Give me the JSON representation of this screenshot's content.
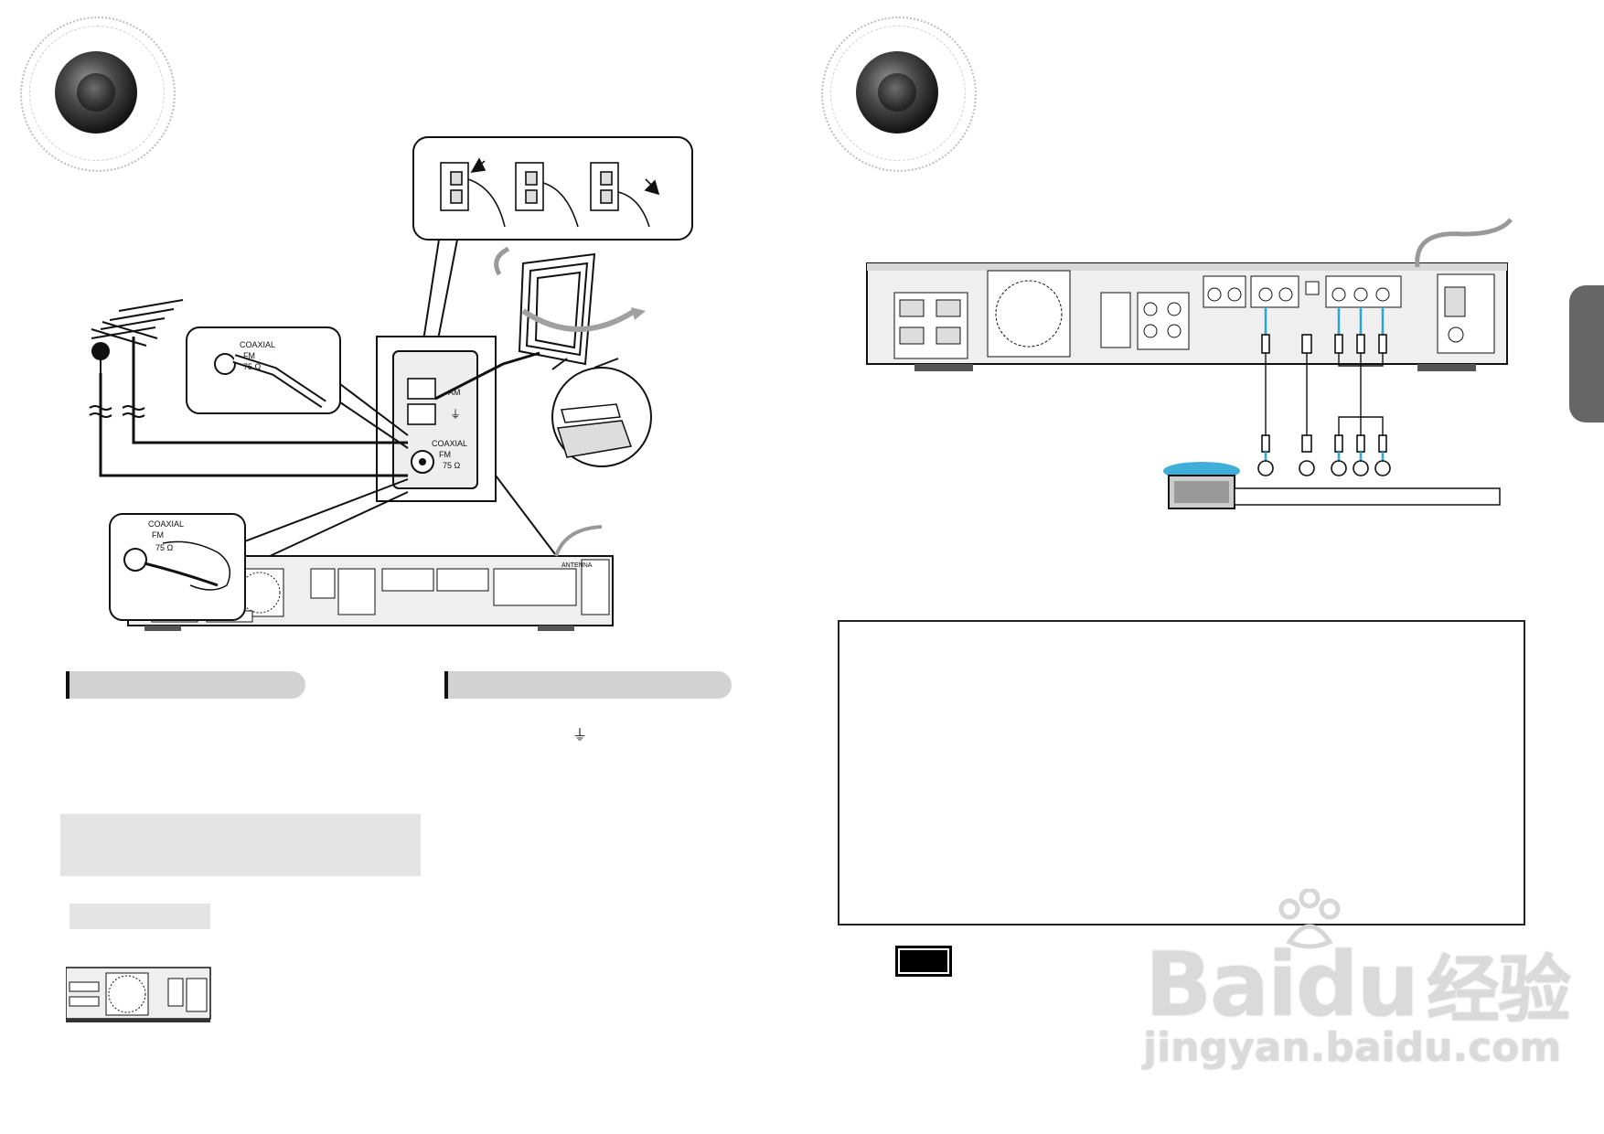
{
  "antenna_diagram": {
    "coaxial_label": "COAXIAL",
    "fm_label": "FM",
    "ohm_label": "75 Ω",
    "am_label": "AM",
    "ground_symbol": "⏚",
    "antenna_header": "ANTENNA"
  },
  "left_text": {
    "ground_symbol_inline": "⏚"
  },
  "icons": {
    "speaker": "speaker-icon",
    "hand_clip": "hand-clip-icon"
  },
  "colors": {
    "cable_blue": "#2aa6d6",
    "tab_grey": "#666666",
    "bar_grey": "#d2d2d2"
  },
  "watermark": {
    "brand_latin": "Bai",
    "brand_du": "du",
    "brand_cjk": "经验",
    "url": "jingyan.baidu.com"
  }
}
